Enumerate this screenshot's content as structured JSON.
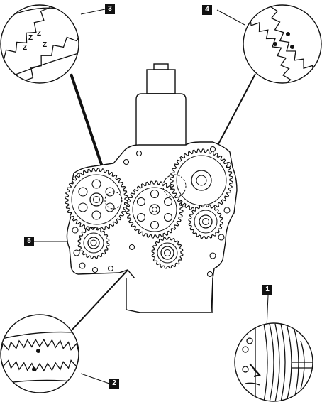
{
  "callouts": [
    {
      "id": "c1",
      "label": "1"
    },
    {
      "id": "c2",
      "label": "2"
    },
    {
      "id": "c3",
      "label": "3"
    },
    {
      "id": "c4",
      "label": "4"
    },
    {
      "id": "c5",
      "label": "5"
    }
  ],
  "detail_marks": {
    "timing_mark_letters": [
      "Z",
      "Z",
      "Z",
      "Z"
    ]
  },
  "colors": {
    "ink": "#111111",
    "paper": "#ffffff"
  }
}
